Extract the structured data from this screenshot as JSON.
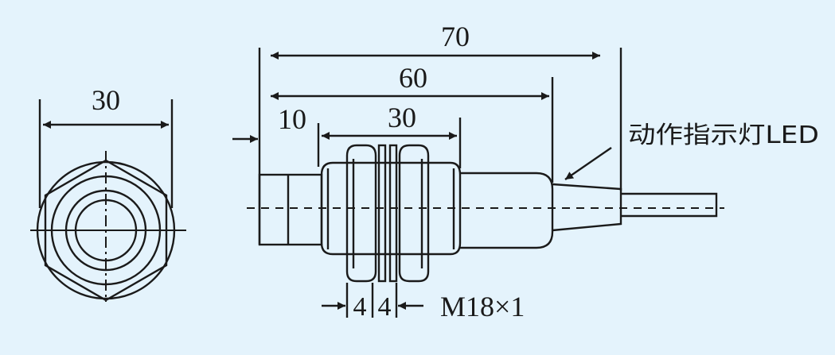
{
  "colors": {
    "background": "#e4f3fc",
    "ink": "#1a1a1a"
  },
  "front_view": {
    "width_label": "30"
  },
  "side_view": {
    "overall_length_label": "70",
    "body_length_label": "60",
    "cap_length_label": "10",
    "thread_length_label": "30",
    "nut_thickness_left_label": "4",
    "nut_thickness_right_label": "4",
    "thread_spec_label": "M18×1",
    "indicator_label": "动作指示灯LED"
  }
}
